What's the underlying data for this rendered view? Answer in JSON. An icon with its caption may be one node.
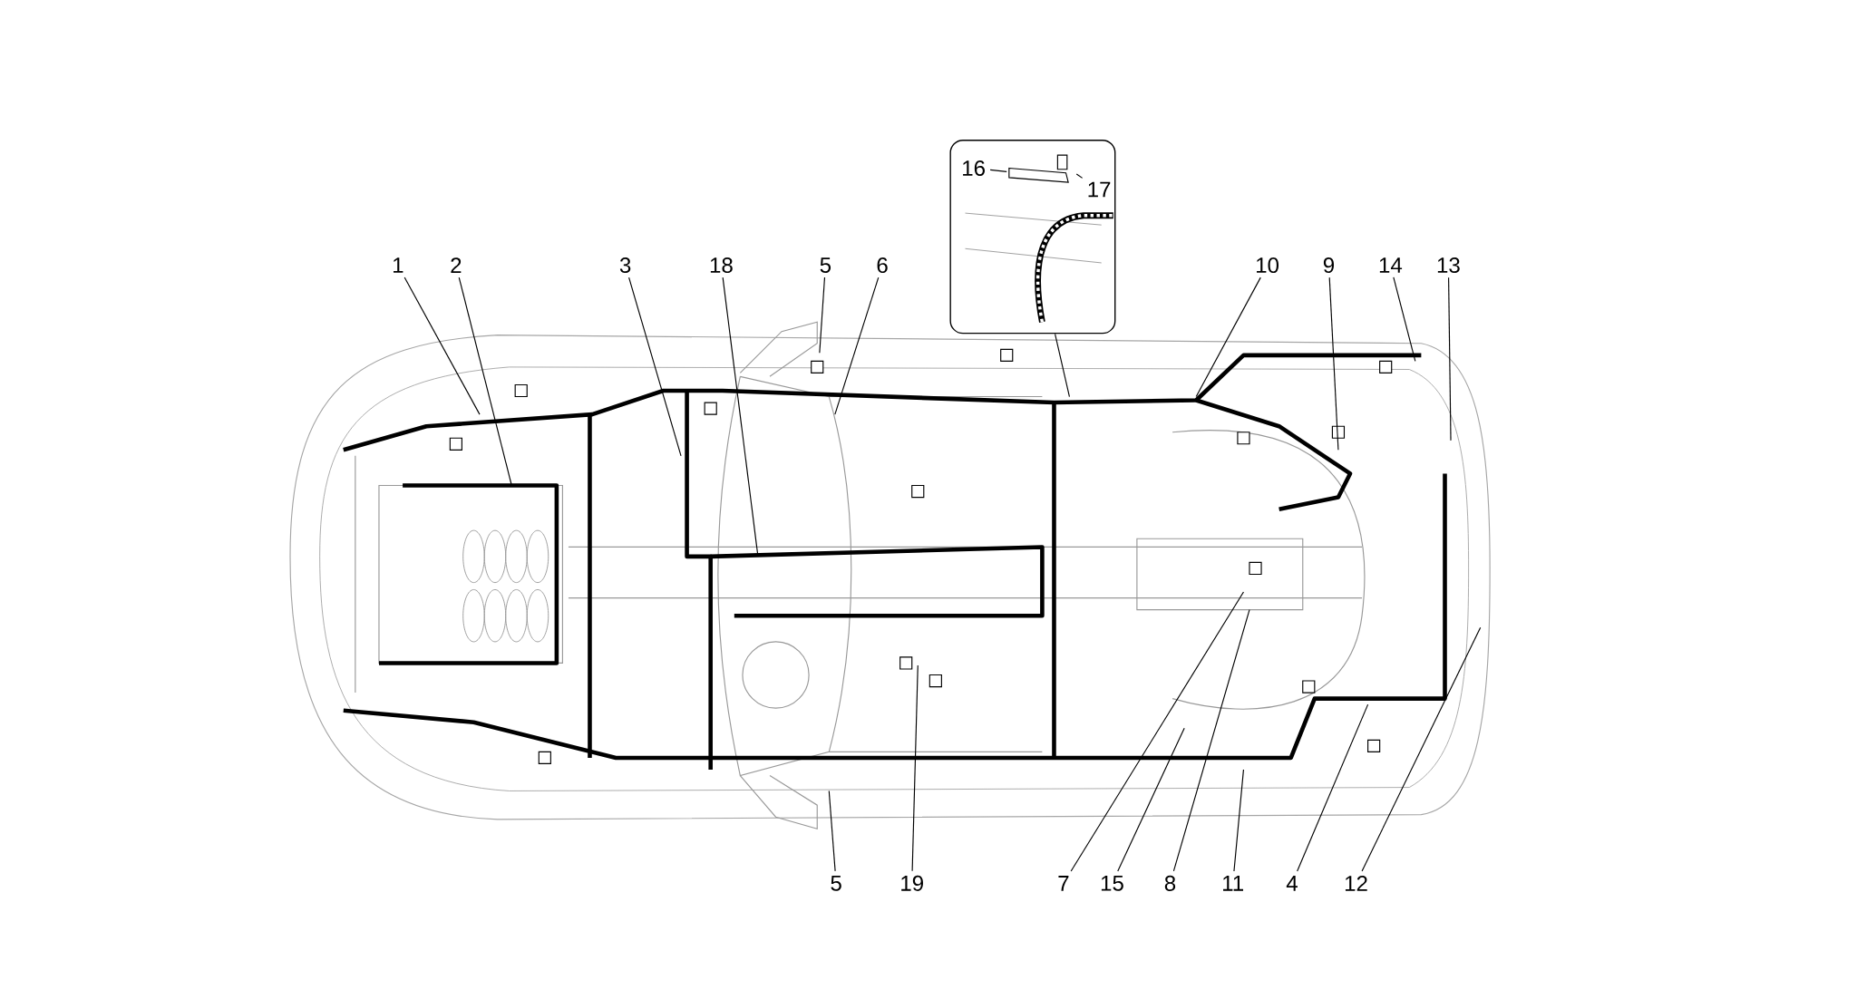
{
  "diagram": {
    "nodes": [
      {
        "text": [],
        "shape": "box"
      },
      {
        "text": [
          "16"
        ],
        "in": 0
      },
      {
        "text": [
          "17"
        ],
        "in": 0
      },
      {
        "text": [
          "1"
        ]
      },
      {
        "text": [
          "2"
        ]
      },
      {
        "text": [
          "3"
        ]
      },
      {
        "text": [
          "18"
        ]
      },
      {
        "text": [
          "5"
        ]
      },
      {
        "text": [
          "6"
        ]
      },
      {
        "text": [
          "10"
        ]
      },
      {
        "text": [
          "9"
        ]
      },
      {
        "text": [
          "14"
        ]
      },
      {
        "text": [
          "13"
        ]
      },
      {
        "text": [
          "5"
        ]
      },
      {
        "text": [
          "19"
        ]
      },
      {
        "text": [
          "7"
        ]
      },
      {
        "text": [
          "15"
        ]
      },
      {
        "text": [
          "8"
        ]
      },
      {
        "text": [
          "11"
        ]
      },
      {
        "text": [
          "4"
        ]
      },
      {
        "text": [
          "12"
        ]
      }
    ],
    "edges": [
      {
        "from": 0,
        "to": null,
        "arrow": "none"
      },
      {
        "from": 1,
        "to": null,
        "arrow": "none"
      },
      {
        "from": 2,
        "to": null,
        "arrow": "none"
      },
      {
        "from": 3,
        "to": null,
        "arrow": "none"
      },
      {
        "from": 4,
        "to": null,
        "arrow": "none"
      },
      {
        "from": 5,
        "to": null,
        "arrow": "none"
      },
      {
        "from": 6,
        "to": null,
        "arrow": "none"
      },
      {
        "from": 7,
        "to": null,
        "arrow": "none"
      },
      {
        "from": 8,
        "to": null,
        "arrow": "none"
      },
      {
        "from": 9,
        "to": null,
        "arrow": "none"
      },
      {
        "from": 10,
        "to": null,
        "arrow": "none"
      },
      {
        "from": 11,
        "to": null,
        "arrow": "none"
      },
      {
        "from": 12,
        "to": null,
        "arrow": "none"
      },
      {
        "from": 13,
        "to": null,
        "arrow": "none"
      },
      {
        "from": 14,
        "to": null,
        "arrow": "none"
      },
      {
        "from": 15,
        "to": null,
        "arrow": "none"
      },
      {
        "from": 16,
        "to": null,
        "arrow": "none"
      },
      {
        "from": 17,
        "to": null,
        "arrow": "none"
      },
      {
        "from": 18,
        "to": null,
        "arrow": "none"
      },
      {
        "from": 19,
        "to": null,
        "arrow": "none"
      },
      {
        "from": 20,
        "to": null,
        "arrow": "none"
      }
    ]
  }
}
